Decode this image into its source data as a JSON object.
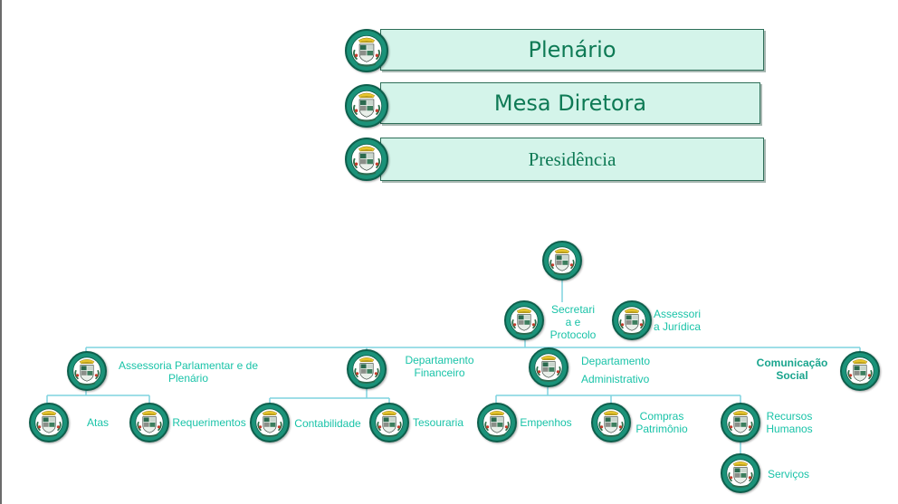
{
  "banners": {
    "plenario": "Plenário",
    "mesa_diretora": "Mesa Diretora",
    "presidencia": "Presidência"
  },
  "org": {
    "secretaria": "Secretari a e Protocolo",
    "assessoria_juridica": "Assessori a Jurídica",
    "assessoria_parlamentar": "Assessoria Parlamentar e de Plenário",
    "departamento_financeiro": "Departamento Financeiro",
    "departamento_administrativo_1": "Departamento",
    "departamento_administrativo_2": "Administrativo",
    "comunicacao_social": "Comunicação Social",
    "atas": "Atas",
    "requerimentos": "Requerimentos",
    "contabilidade": "Contabilidade",
    "tesouraria": "Tesouraria",
    "empenhos": "Empenhos",
    "compras_patrimonio": "Compras Patrimônio",
    "recursos_humanos": "Recursos Humanos",
    "servicos": "Serviços"
  },
  "colors": {
    "banner_fill": "#d4f4ea",
    "banner_border": "#2e6e58",
    "banner_text": "#0e7a55",
    "seal_fill": "#1b9279",
    "label_text": "#19c3a8",
    "connector": "#7fd3df"
  },
  "icons": {
    "seal": "municipal-coat-of-arms-icon"
  }
}
